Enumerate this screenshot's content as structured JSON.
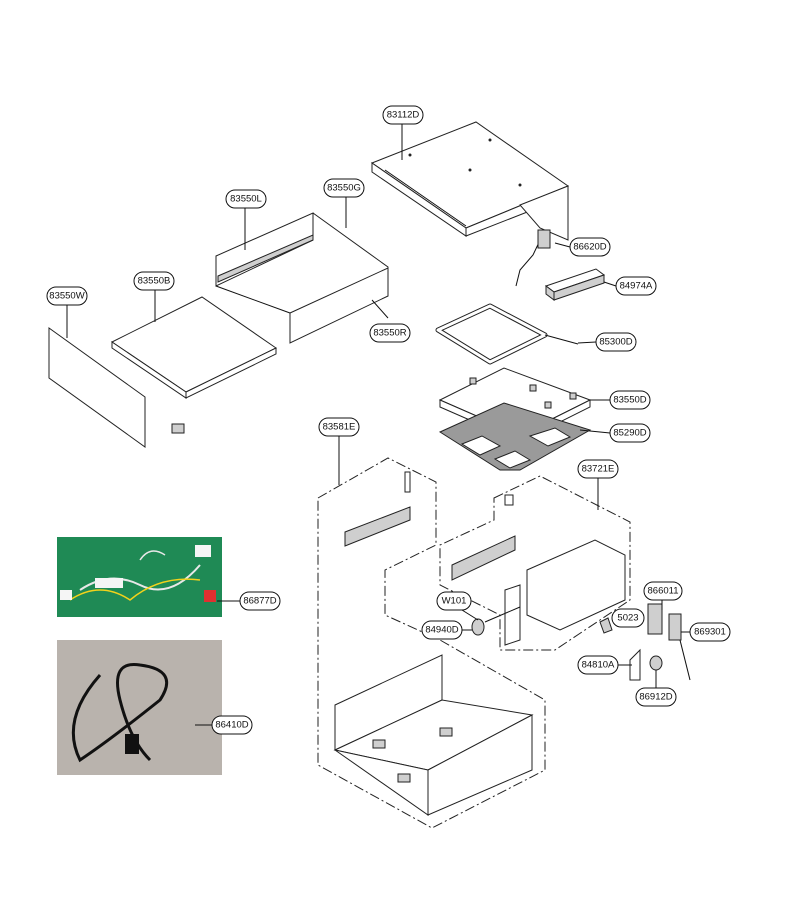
{
  "callouts": {
    "c83112D": "83112D",
    "c83550L": "83550L",
    "c83550G": "83550G",
    "c83550B": "83550B",
    "c83550W": "83550W",
    "c83550R": "83550R",
    "c86620D": "86620D",
    "c84974A": "84974A",
    "c85300D": "85300D",
    "c83550D": "83550D",
    "c85290D": "85290D",
    "c83581E": "83581E",
    "c83721E": "83721E",
    "c86877D": "86877D",
    "c86410D": "86410D",
    "cW101": "W101",
    "c84940D": "84940D",
    "c866011": "866011",
    "c5023": "5023",
    "c869301": "869301",
    "c84810A": "84810A",
    "c86912D": "86912D"
  },
  "colors": {
    "harness_photo_bg": "#1f8a55",
    "cord_photo_bg": "#b9b3ad",
    "line": "#222222"
  }
}
